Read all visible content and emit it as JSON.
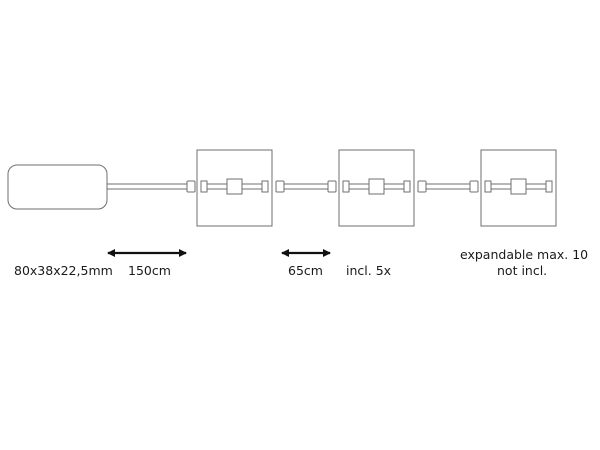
{
  "labels": {
    "driver_dimensions": "80x38x22,5mm",
    "main_cable_length": "150cm",
    "link_cable_length": "65cm",
    "included": "incl. 5x",
    "expandable_line1": "expandable max. 10",
    "expandable_line2": "not incl."
  },
  "colors": {
    "stroke": "#6f6f6f",
    "arrow": "#111111",
    "text": "#1a1a1a"
  }
}
